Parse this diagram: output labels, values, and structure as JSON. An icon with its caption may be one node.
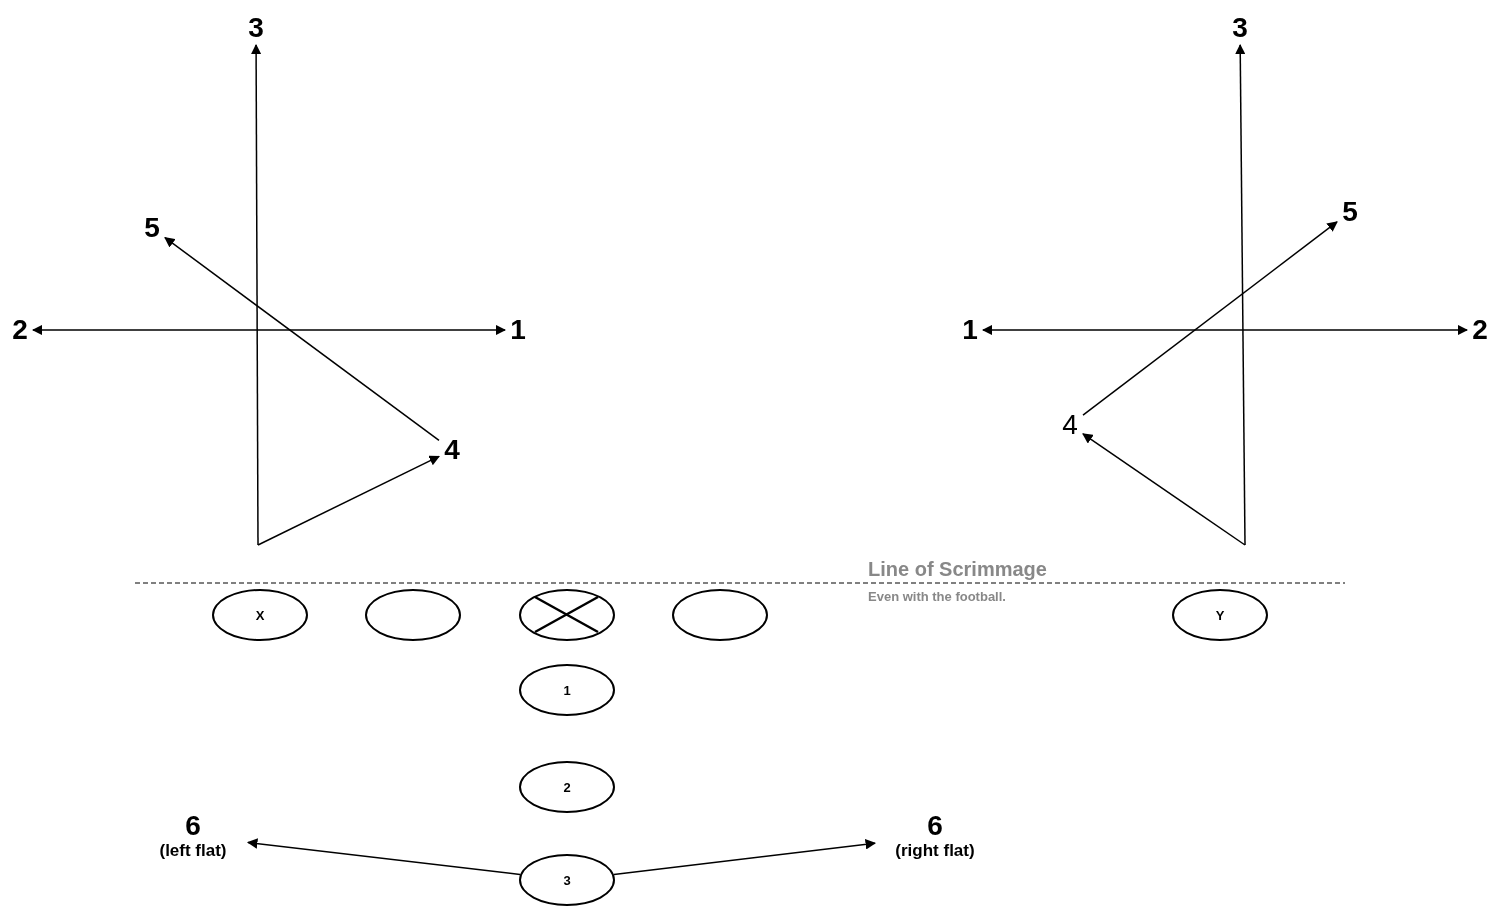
{
  "diagram": {
    "nodes": [
      {
        "text": [
          "3"
        ]
      },
      {
        "text": [
          "3"
        ]
      },
      {
        "text": [
          "5"
        ]
      },
      {
        "text": [
          "5"
        ]
      },
      {
        "text": [
          "2"
        ]
      },
      {
        "text": [
          "1"
        ]
      },
      {
        "text": [
          "1"
        ]
      },
      {
        "text": [
          "2"
        ]
      },
      {
        "text": [
          "4"
        ]
      },
      {
        "text": [
          "4"
        ]
      },
      {
        "text": [
          "X"
        ]
      },
      {
        "text": [],
        "shape": "ellipse"
      },
      {
        "text": [],
        "shape": "ellipse"
      },
      {
        "text": [],
        "shape": "ellipse"
      },
      {
        "text": [
          "Y"
        ]
      },
      {
        "text": [
          "1"
        ]
      },
      {
        "text": [
          "2"
        ]
      },
      {
        "text": [
          "6",
          "(left flat)"
        ]
      },
      {
        "text": [
          "6",
          "(right flat)"
        ]
      },
      {
        "text": [
          "3"
        ]
      }
    ],
    "edges": [
      {
        "from": null,
        "to": 0,
        "arrow": "to"
      },
      {
        "from": null,
        "to": 1,
        "arrow": "to"
      },
      {
        "from": 4,
        "to": 5,
        "arrow": "both"
      },
      {
        "from": 6,
        "to": 7,
        "arrow": "both"
      },
      {
        "from": null,
        "to": 9,
        "arrow": "to"
      },
      {
        "from": 9,
        "to": 2,
        "arrow": "to"
      },
      {
        "from": null,
        "to": 8,
        "arrow": "to"
      },
      {
        "from": 8,
        "to": 3,
        "arrow": "to"
      },
      {
        "from": 19,
        "to": 17,
        "arrow": "to"
      },
      {
        "from": 19,
        "to": 18,
        "arrow": "to"
      }
    ],
    "labels": [
      "Line of Scrimmage",
      "Even with the football."
    ]
  }
}
